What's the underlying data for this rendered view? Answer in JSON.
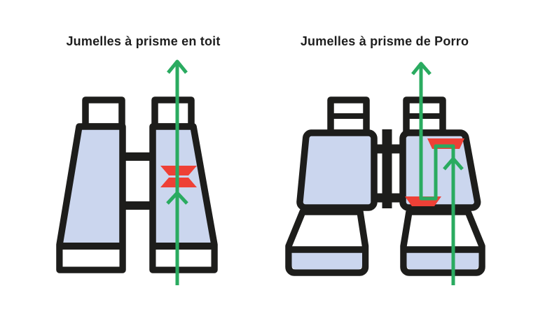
{
  "diagrams": {
    "roof": {
      "title": "Jumelles à prisme en toit",
      "prism_marker": "roof-prism-bowtie",
      "light_path": "straight-through"
    },
    "porro": {
      "title": "Jumelles à prisme de Porro",
      "prism_marker": "porro-prism-pair",
      "light_path": "offset-zigzag"
    }
  },
  "colors": {
    "outline": "#1d1d1b",
    "body_fill": "#cbd6ee",
    "prism_red": "#ee4036",
    "light_ray_green": "#2aab60",
    "title_text": "#1e1e1e",
    "page_bg": "#ffffff"
  }
}
